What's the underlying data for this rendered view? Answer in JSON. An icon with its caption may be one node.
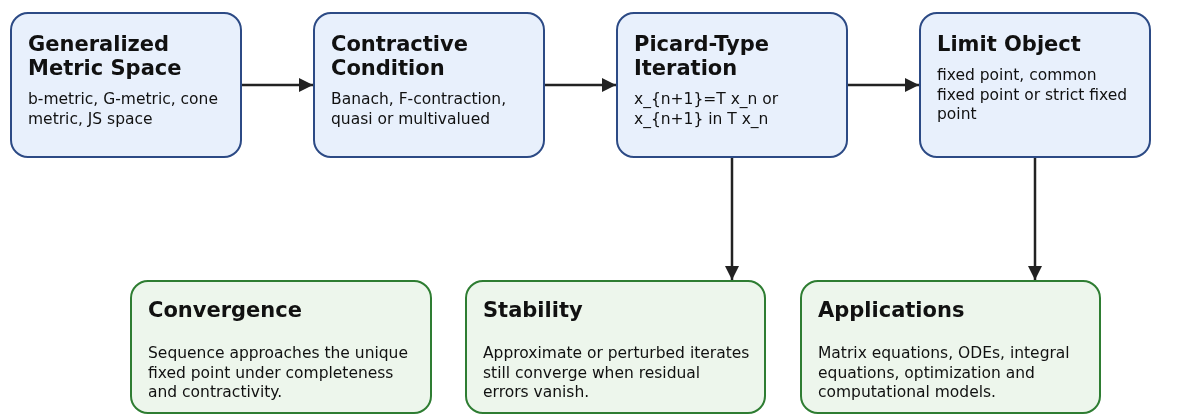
{
  "diagram": {
    "nodes": [
      {
        "text": [
          "Generalized Metric Space",
          "b-metric, G-metric, cone metric, JS space"
        ]
      },
      {
        "text": [
          "Contractive Condition",
          "Banach, F-contraction, quasi or multivalued"
        ]
      },
      {
        "text": [
          "Picard-Type Iteration",
          "x_{n+1}=T x_n or x_{n+1} in T x_n"
        ]
      },
      {
        "text": [
          "Limit Object",
          "fixed point, common fixed point or strict fixed point"
        ]
      },
      {
        "text": [
          "Convergence",
          "Sequence approaches the unique fixed point under completeness and contractivity."
        ]
      },
      {
        "text": [
          "Stability",
          "Approximate or perturbed iterates still converge when residual errors vanish."
        ]
      },
      {
        "text": [
          "Applications",
          "Matrix equations, ODEs, integral equations, optimization and computational models."
        ]
      }
    ],
    "edges": [
      {
        "from": 0,
        "to": 1,
        "arrow": "to"
      },
      {
        "from": 1,
        "to": 2,
        "arrow": "to"
      },
      {
        "from": 2,
        "to": 3,
        "arrow": "to"
      },
      {
        "from": 2,
        "to": 5,
        "arrow": "to"
      },
      {
        "from": 3,
        "to": 6,
        "arrow": "to"
      }
    ]
  }
}
